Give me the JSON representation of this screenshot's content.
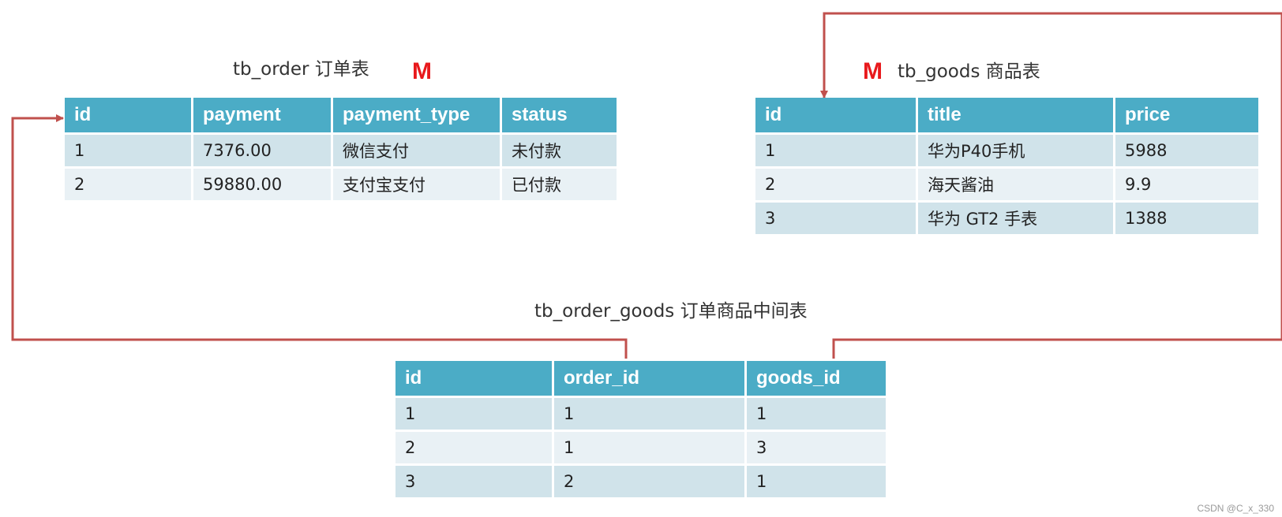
{
  "colors": {
    "header_bg": "#4bacc6",
    "row_odd_bg": "#d0e3ea",
    "row_even_bg": "#e9f1f5",
    "connector": "#c0504d",
    "marker": "#e8191c"
  },
  "tables": {
    "order": {
      "caption": "tb_order 订单表",
      "marker": "M",
      "columns": [
        "id",
        "payment",
        "payment_type",
        "status"
      ],
      "rows": [
        [
          "1",
          "7376.00",
          "微信支付",
          "未付款"
        ],
        [
          "2",
          "59880.00",
          "支付宝支付",
          "已付款"
        ]
      ]
    },
    "goods": {
      "caption": "tb_goods 商品表",
      "marker": "M",
      "columns": [
        "id",
        "title",
        "price"
      ],
      "rows": [
        [
          "1",
          "华为P40手机",
          "5988"
        ],
        [
          "2",
          "海天酱油",
          "9.9"
        ],
        [
          "3",
          "华为 GT2 手表",
          "1388"
        ]
      ]
    },
    "order_goods": {
      "caption": "tb_order_goods 订单商品中间表",
      "columns": [
        "id",
        "order_id",
        "goods_id"
      ],
      "rows": [
        [
          "1",
          "1",
          "1"
        ],
        [
          "2",
          "1",
          "3"
        ],
        [
          "3",
          "2",
          "1"
        ]
      ]
    }
  },
  "watermark": "CSDN @C_x_330"
}
